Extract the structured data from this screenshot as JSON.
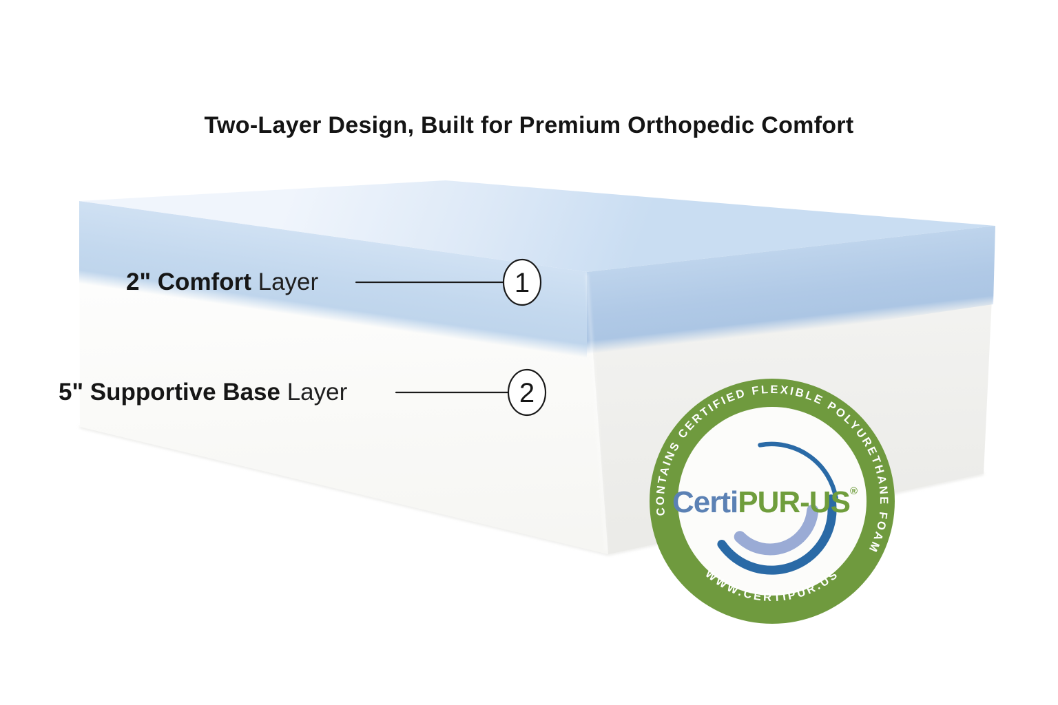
{
  "title": "Two-Layer Design, Built for Premium Orthopedic Comfort",
  "layers": [
    {
      "bold": "2\" Comfort",
      "regular": " Layer",
      "callout": "1"
    },
    {
      "bold": "5\" Supportive Base",
      "regular": " Layer",
      "callout": "2"
    }
  ],
  "badge": {
    "arc_top": "CONTAINS CERTIFIED FLEXIBLE POLYURETHANE FOAM",
    "arc_bottom": "WWW.CERTIPUR.US",
    "brand_blue_text": "Certi",
    "brand_green_text": "PUR-US",
    "registered_mark": "®"
  },
  "colors": {
    "ring_green": "#6F9A3E",
    "brand_blue": "#5B81B4",
    "brand_green": "#6F9D3C",
    "swoosh_dark": "#2A6AA6",
    "swoosh_light": "#9AABD5",
    "comfort_layer_blue": "#C6DBF1",
    "top_face_blue": "#DCE9F7",
    "base_layer_white": "#FBFBFA",
    "callout_ink": "#1A1A1A"
  }
}
